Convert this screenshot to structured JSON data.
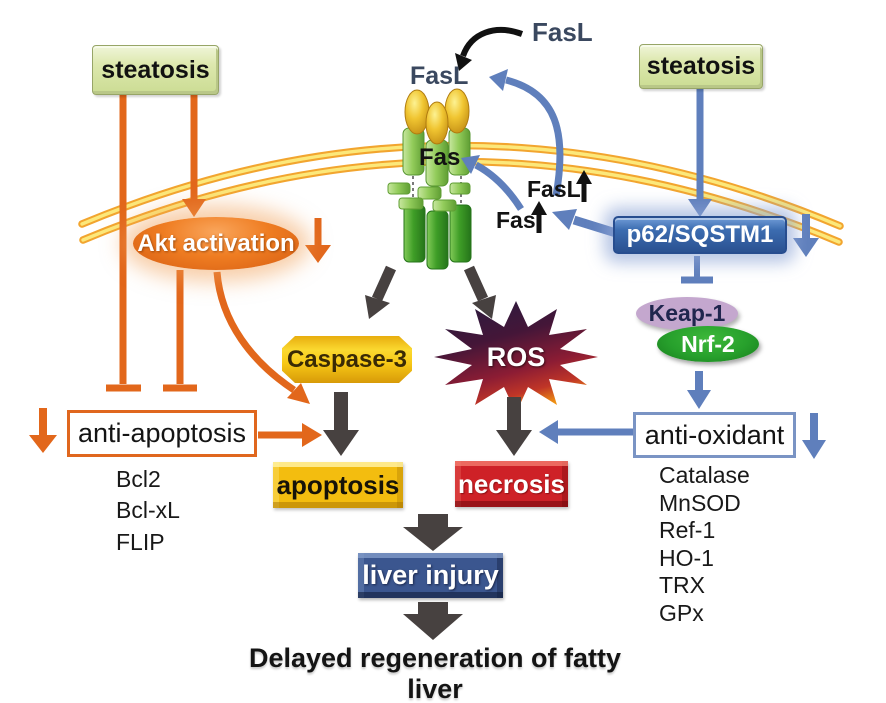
{
  "figure": {
    "caption": "Delayed regeneration of fatty liver",
    "type": "signaling-pathway-diagram",
    "topic": "Fas/FasL, ROS and p62 signaling leading to delayed regeneration of fatty liver"
  },
  "nodes": {
    "steatosis_left": {
      "label": "steatosis"
    },
    "steatosis_right": {
      "label": "steatosis"
    },
    "fasl_external": {
      "label": "FasL"
    },
    "fasl_membrane": {
      "label": "FasL"
    },
    "fas_membrane": {
      "label": "Fas"
    },
    "fasl_increase": {
      "label": "FasL",
      "direction": "up"
    },
    "fas_increase": {
      "label": "Fas",
      "direction": "up"
    },
    "akt": {
      "label": "Akt activation",
      "change": "decrease"
    },
    "p62": {
      "label": "p62/SQSTM1",
      "change": "decrease"
    },
    "keap1": {
      "label": "Keap-1"
    },
    "nrf2": {
      "label": "Nrf-2"
    },
    "caspase3": {
      "label": "Caspase-3"
    },
    "ros": {
      "label": "ROS"
    },
    "anti_apoptosis": {
      "label": "anti-apoptosis",
      "change": "decrease",
      "members": [
        "Bcl2",
        "Bcl-xL",
        "FLIP"
      ]
    },
    "anti_oxidant": {
      "label": "anti-oxidant",
      "change": "decrease",
      "members": [
        "Catalase",
        "MnSOD",
        "Ref-1",
        "HO-1",
        "TRX",
        "GPx"
      ]
    },
    "apoptosis": {
      "label": "apoptosis"
    },
    "necrosis": {
      "label": "necrosis"
    },
    "liver_injury": {
      "label": "liver injury"
    }
  },
  "colors": {
    "orange_arrow": "#e2671b",
    "blue_arrow": "#5f7fbc",
    "dark_arrow": "#474140",
    "black_arrow": "#111111",
    "membrane_gold": "#f2a52f",
    "membrane_yellow": "#fce87a",
    "steatosis_green": "#d9e6a8",
    "p62_blue": "#33619f",
    "keap1_purple": "#c4a7ce",
    "nrf2_green": "#27a02c",
    "caspase_gold": "#f7c816",
    "apoptosis_gold": "#f3bd0f",
    "necrosis_red": "#ce2127",
    "liver_injury_navy": "#3b568f",
    "ros_purple": "#441638"
  }
}
